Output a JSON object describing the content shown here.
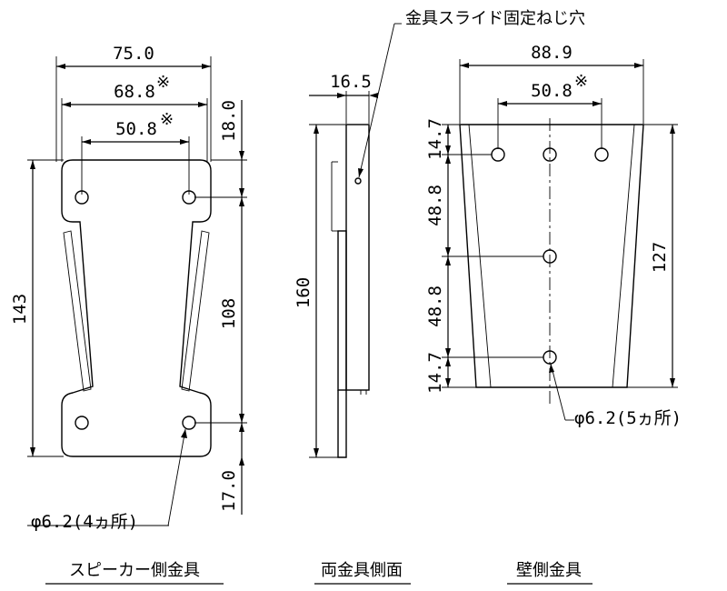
{
  "dimensions": {
    "width_overall": "75.0",
    "width_mid": "68.8",
    "width_holes": "50.8",
    "note_mark": "※",
    "top_offset": "18.0",
    "hole_spacing": "108",
    "height_overall": "143",
    "bottom_offset": "17.0",
    "side_depth": "16.5",
    "side_height": "160",
    "wall_width": "88.9",
    "wall_holes": "50.8",
    "wall_gap_top": "14.7",
    "wall_gap_upper": "48.8",
    "wall_gap_lower": "48.8",
    "wall_gap_bottom": "14.7",
    "wall_height": "127"
  },
  "annotations": {
    "slide_screw": "金具スライド固定ねじ穴",
    "hole_speaker": "φ6.2(4ヵ所)",
    "hole_wall": "φ6.2(5ヵ所)"
  },
  "captions": {
    "speaker": "スピーカー側金具",
    "side": "両金具側面",
    "wall": "壁側金具"
  }
}
